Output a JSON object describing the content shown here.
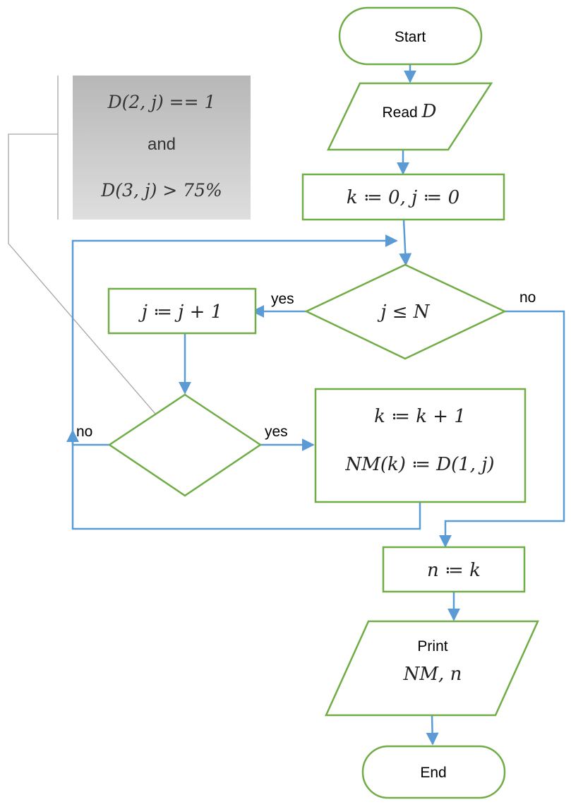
{
  "diagram": {
    "type": "flowchart",
    "colors": {
      "shape_stroke": "#70ad47",
      "arrow": "#5b9bd5",
      "callout_fill_top": "#b7b7b7",
      "callout_fill_bottom": "#dedede",
      "callout_line": "#a6a6a6"
    },
    "nodes": {
      "start": {
        "kind": "terminator",
        "label": "Start"
      },
      "read": {
        "kind": "input-output",
        "label": "Read",
        "var": "D"
      },
      "init": {
        "kind": "process",
        "label": "k ≔ 0, j ≔ 0"
      },
      "loop_cond": {
        "kind": "decision",
        "label": "j ≤ N"
      },
      "increment": {
        "kind": "process",
        "label": "j ≔ j + 1"
      },
      "filter_cond": {
        "kind": "decision",
        "label": ""
      },
      "store": {
        "kind": "process",
        "line1": "k ≔ k + 1",
        "line2": "NM(k) ≔ D(1, j)"
      },
      "assign_n": {
        "kind": "process",
        "label": "n ≔ k"
      },
      "print": {
        "kind": "input-output",
        "line1": "Print",
        "line2": "NM, n"
      },
      "end": {
        "kind": "terminator",
        "label": "End"
      }
    },
    "callout": {
      "line1": "D(2, j) == 1",
      "line2": "and",
      "line3": "D(3, j) > 75%"
    },
    "edge_labels": {
      "loop_yes": "yes",
      "loop_no": "no",
      "filter_yes": "yes",
      "filter_no": "no"
    }
  }
}
